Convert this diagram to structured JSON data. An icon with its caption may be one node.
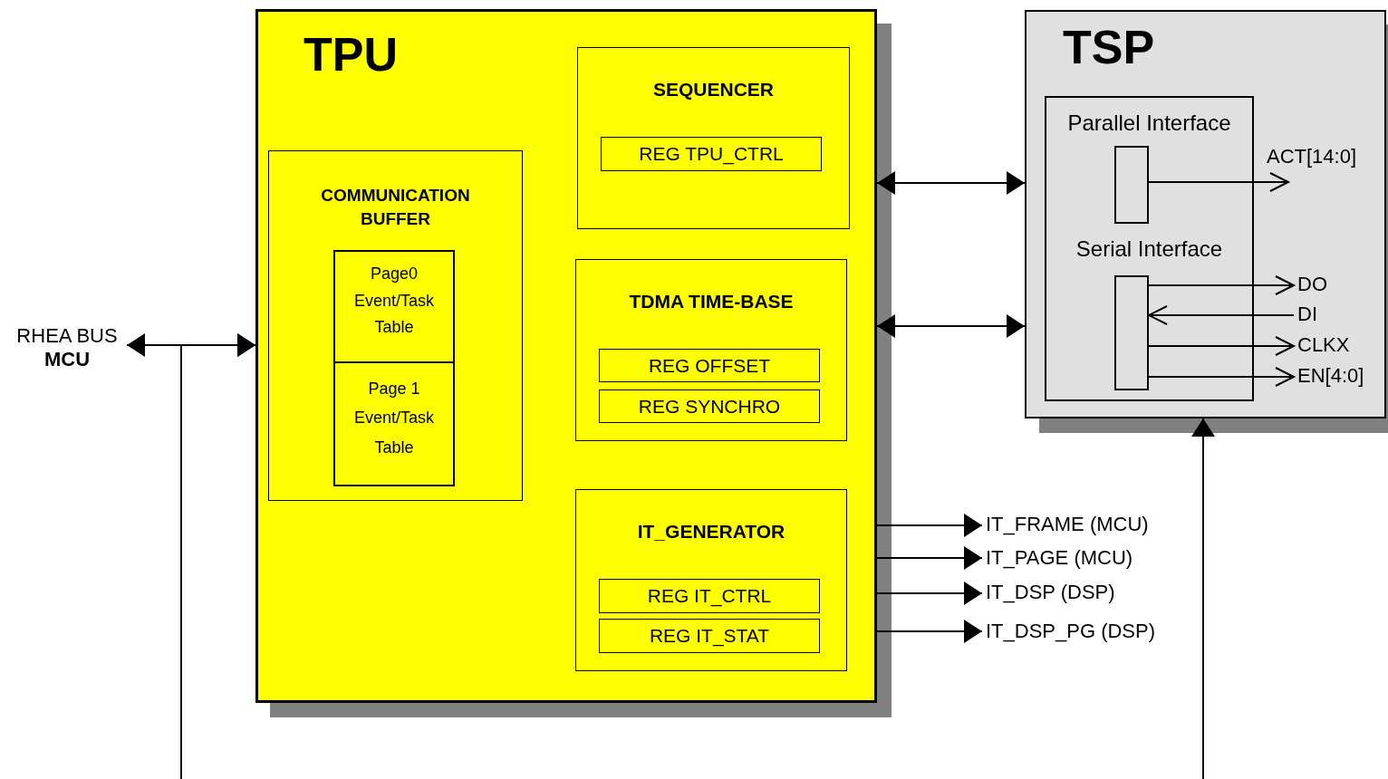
{
  "diagram": {
    "nodes": [
      {
        "text": [
          "TPU"
        ]
      },
      {
        "text": [
          "SEQUENCER"
        ],
        "in": 0
      },
      {
        "text": [
          "REG TPU_CTRL"
        ],
        "in": 1
      },
      {
        "text": [
          "TDMA TIME-BASE"
        ],
        "in": 0
      },
      {
        "text": [
          "REG OFFSET"
        ],
        "in": 3
      },
      {
        "text": [
          "REG SYNCHRO"
        ],
        "in": 3
      },
      {
        "text": [
          "IT_GENERATOR"
        ],
        "in": 0
      },
      {
        "text": [
          "REG IT_CTRL"
        ],
        "in": 6
      },
      {
        "text": [
          "REG IT_STAT"
        ],
        "in": 6
      },
      {
        "text": [
          "COMMUNICATION BUFFER"
        ],
        "in": 0
      },
      {
        "text": [
          "Page0 Event/Task Table"
        ],
        "in": 9
      },
      {
        "text": [
          "Page 1 Event/Task Table"
        ],
        "in": 9
      },
      {
        "text": [
          "TSP"
        ]
      },
      {
        "text": [
          "Parallel Interface",
          "Serial Interface"
        ],
        "in": 12
      },
      {
        "text": [],
        "shape": "box",
        "in": 13
      },
      {
        "text": [],
        "shape": "box",
        "in": 13
      },
      {
        "text": [
          "RHEA BUS",
          "MCU"
        ]
      },
      {
        "text": [
          "IT_FRAME (MCU)"
        ]
      },
      {
        "text": [
          "IT_PAGE (MCU)"
        ]
      },
      {
        "text": [
          "IT_DSP (DSP)"
        ]
      },
      {
        "text": [
          "IT_DSP_PG (DSP)"
        ]
      },
      {
        "text": [
          "ACT[14:0]"
        ],
        "in": 12
      },
      {
        "text": [
          "DO"
        ],
        "in": 12
      },
      {
        "text": [
          "DI"
        ],
        "in": 12
      },
      {
        "text": [
          "CLKX"
        ],
        "in": 12
      },
      {
        "text": [
          "EN[4:0]"
        ],
        "in": 12
      }
    ],
    "edges": [
      {
        "from": 16,
        "to": 0,
        "arrow": "both"
      },
      {
        "from": null,
        "to": 0,
        "arrow": "to"
      },
      {
        "from": 0,
        "to": 12,
        "arrow": "both"
      },
      {
        "from": 0,
        "to": 12,
        "arrow": "both"
      },
      {
        "from": 0,
        "to": 17,
        "arrow": "to"
      },
      {
        "from": 0,
        "to": 18,
        "arrow": "to"
      },
      {
        "from": 0,
        "to": 19,
        "arrow": "to"
      },
      {
        "from": 0,
        "to": 20,
        "arrow": "to"
      },
      {
        "from": 14,
        "to": 21,
        "arrow": "to"
      },
      {
        "from": 15,
        "to": 22,
        "arrow": "to"
      },
      {
        "from": 23,
        "to": 15,
        "arrow": "to"
      },
      {
        "from": 15,
        "to": 24,
        "arrow": "to"
      },
      {
        "from": 15,
        "to": 25,
        "arrow": "to"
      },
      {
        "from": null,
        "to": 12,
        "arrow": "to"
      }
    ]
  }
}
